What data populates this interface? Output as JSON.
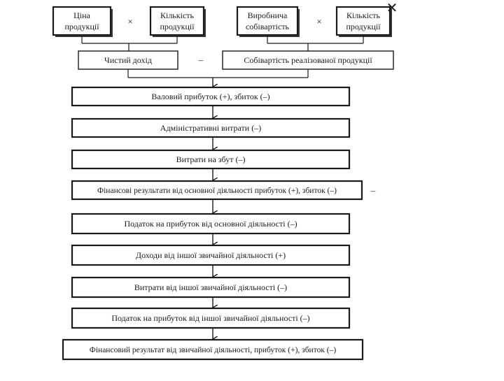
{
  "window": {
    "close_symbol": "✕"
  },
  "top": {
    "price": [
      "Ціна",
      "продукції"
    ],
    "qty_left": [
      "Кількість",
      "продукції"
    ],
    "cost": [
      "Виробнича",
      "собівартість"
    ],
    "qty_right": [
      "Кількість",
      "продукції"
    ],
    "op_mult_left": "×",
    "op_mult_right": "×"
  },
  "middle": {
    "net_income": "Чистий дохід",
    "op_minus": "–",
    "cost_sold": "Собівартість реалізованої продукції"
  },
  "chain": [
    "Валовий прибуток (+), збиток (–)",
    "Адміністративні витрати (–)",
    "Витрати на збут (–)",
    "Фінансові результати від основної діяльності прибуток (+), збиток (–)",
    "Податок на прибуток від основної діяльності (–)",
    "Доходи від іншої звичайної діяльності (+)",
    "Витрати від іншої звичайної діяльності (–)",
    "Податок на прибуток від іншої звичайної діяльності (–)",
    "Фінансовий результат від звичайної діяльності, прибуток (+), збиток (–)"
  ],
  "side_op": "–"
}
